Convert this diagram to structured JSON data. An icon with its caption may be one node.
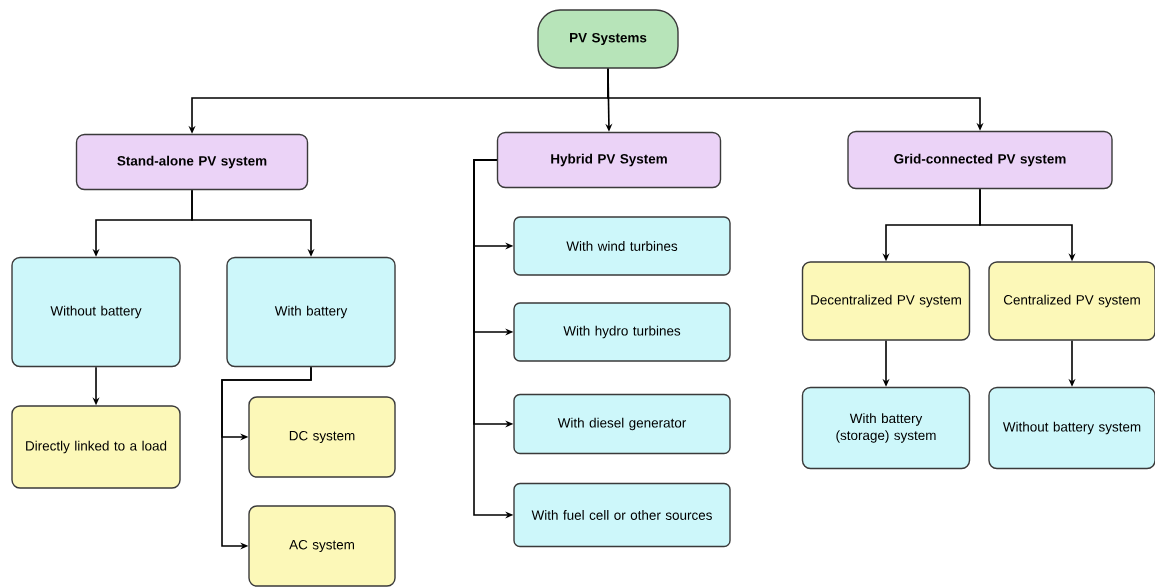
{
  "diagram": {
    "nodes": [
      {
        "text": [
          "PV Systems"
        ]
      },
      {
        "text": [
          "Stand-alone PV system"
        ]
      },
      {
        "text": [
          "Hybrid PV System"
        ]
      },
      {
        "text": [
          "Grid-connected PV system"
        ]
      },
      {
        "text": [
          "Without battery"
        ]
      },
      {
        "text": [
          "With battery"
        ]
      },
      {
        "text": [
          "Directly linked to a load"
        ]
      },
      {
        "text": [
          "DC system"
        ]
      },
      {
        "text": [
          "AC system"
        ]
      },
      {
        "text": [
          "With wind turbines"
        ]
      },
      {
        "text": [
          "With hydro turbines"
        ]
      },
      {
        "text": [
          "With diesel generator"
        ]
      },
      {
        "text": [
          "With fuel cell or other sources"
        ]
      },
      {
        "text": [
          "Decentralized PV system"
        ]
      },
      {
        "text": [
          "Centralized PV system"
        ]
      },
      {
        "text": [
          "With battery (storage) system"
        ]
      },
      {
        "text": [
          "Without battery system"
        ]
      }
    ],
    "edges": [
      {
        "from": 0,
        "to": 1,
        "arrow": "to"
      },
      {
        "from": 0,
        "to": 2,
        "arrow": "to"
      },
      {
        "from": 0,
        "to": 3,
        "arrow": "to"
      },
      {
        "from": 1,
        "to": 4,
        "arrow": "to"
      },
      {
        "from": 1,
        "to": 5,
        "arrow": "to"
      },
      {
        "from": 4,
        "to": 6,
        "arrow": "to"
      },
      {
        "from": 5,
        "to": 7,
        "arrow": "to"
      },
      {
        "from": 5,
        "to": 8,
        "arrow": "to"
      },
      {
        "from": 2,
        "to": 9,
        "arrow": "to"
      },
      {
        "from": 2,
        "to": 10,
        "arrow": "to"
      },
      {
        "from": 2,
        "to": 11,
        "arrow": "to"
      },
      {
        "from": 2,
        "to": 12,
        "arrow": "to"
      },
      {
        "from": 3,
        "to": 13,
        "arrow": "to"
      },
      {
        "from": 3,
        "to": 14,
        "arrow": "to"
      },
      {
        "from": 13,
        "to": 15,
        "arrow": "to"
      },
      {
        "from": 14,
        "to": 16,
        "arrow": "to"
      }
    ]
  }
}
